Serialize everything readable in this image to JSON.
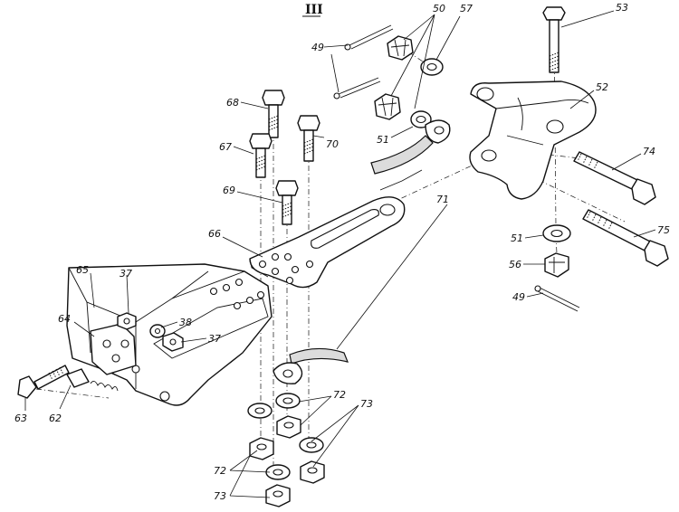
{
  "section_mark": "III",
  "callouts": {
    "p49a": "49",
    "p50": "50",
    "p57": "57",
    "p53": "53",
    "p52": "52",
    "p51a": "51",
    "p74": "74",
    "p71": "71",
    "p75": "75",
    "p51b": "51",
    "p56": "56",
    "p49b": "49",
    "p68": "68",
    "p67": "67",
    "p70": "70",
    "p69": "69",
    "p66": "66",
    "p65": "65",
    "p37a": "37",
    "p38": "38",
    "p37b": "37",
    "p64": "64",
    "p63": "63",
    "p62": "62",
    "p72a": "72",
    "p73a": "73",
    "p72b": "72",
    "p73b": "73"
  },
  "colors": {
    "ink": "#111111",
    "paper": "#ffffff",
    "shade": "#dcdcdc"
  }
}
